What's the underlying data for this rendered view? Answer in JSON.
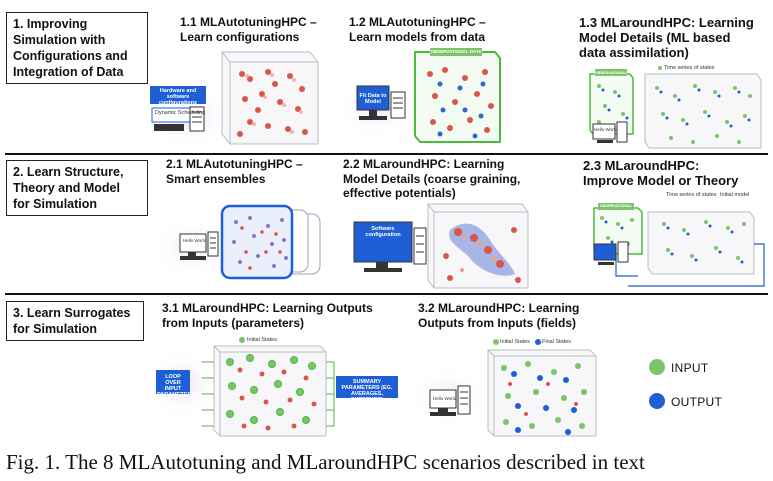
{
  "rows": [
    {
      "label": "1. Improving\nSimulation with\nConfigurations and\nIntegration of Data"
    },
    {
      "label": "2. Learn Structure,\nTheory and Model\nfor Simulation"
    },
    {
      "label": "3. Learn Surrogates\nfor Simulation"
    }
  ],
  "scenarios": [
    {
      "title": "1.1 MLAutotuningHPC –\nLearn configurations",
      "box": "Hardware and software configurations",
      "tag": "Dynamic Scheduling"
    },
    {
      "title": "1.2 MLAutotuningHPC –\nLearn models from data",
      "box": "Fit Data to Model",
      "tag": "OBSERVATIONAL DATA"
    },
    {
      "title": "1.3 MLaroundHPC: Learning\nModel Details (ML based\ndata assimilation)",
      "tag": "OBSERVATIONAL DATA",
      "note": "Time series of states",
      "monitor": "Hello World"
    },
    {
      "title": "2.1 MLAutotuningHPC –\nSmart ensembles",
      "monitor": "Hello World"
    },
    {
      "title": "2.2 MLaroundHPC: Learning\nModel Details (coarse graining,\neffective potentials)",
      "box": "Software configuration"
    },
    {
      "title": "2.3 MLaroundHPC:\nImprove Model or Theory",
      "tag": "OBSERVATIONAL DATA",
      "note1": "Time series of states",
      "note2": "Initial model"
    },
    {
      "title": "3.1 MLaroundHPC: Learning Outputs\nfrom Inputs (parameters)",
      "note": "Initial States",
      "box_left": "LOOP OVER INPUT PARAMETERS",
      "box_right": "SUMMARY PARAMETERS (EG. AVERAGES, EXTREMES)"
    },
    {
      "title": "3.2 MLaroundHPC: Learning\nOutputs from Inputs (fields)",
      "note1": "Initial States",
      "note2": "Final States",
      "monitor": "Hello World"
    }
  ],
  "legend": {
    "input_label": "INPUT",
    "output_label": "OUTPUT",
    "input_color": "#7cc36a",
    "output_color": "#1f5fd6"
  },
  "caption": "Fig. 1.   The 8 MLAutotuning and MLaroundHPC scenarios described in text"
}
